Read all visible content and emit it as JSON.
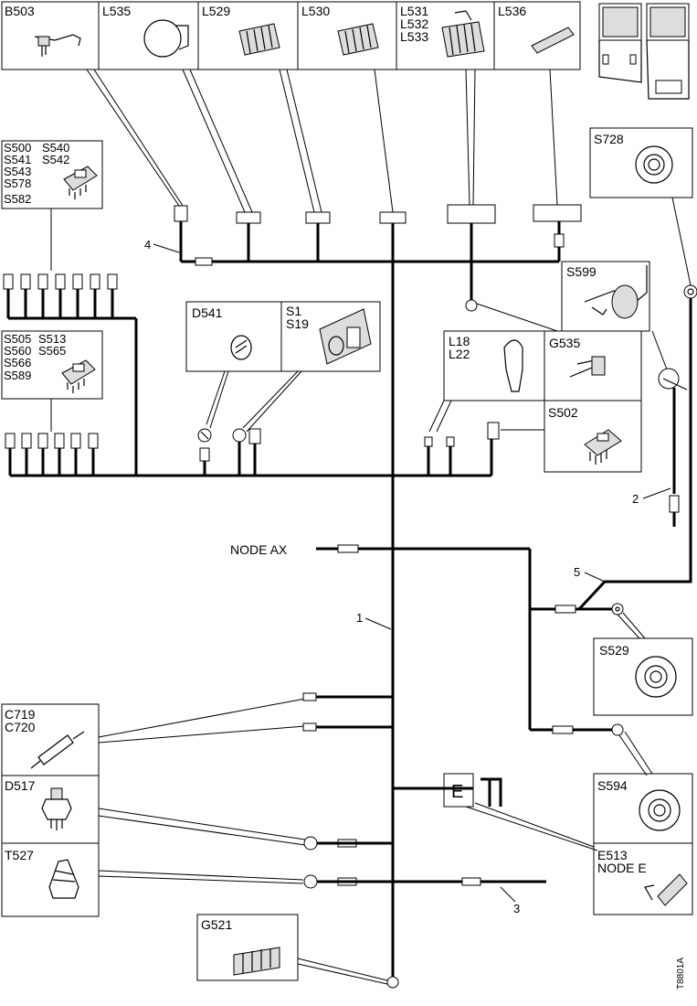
{
  "components": {
    "B503": "B503",
    "L535": "L535",
    "L529": "L529",
    "L530": "L530",
    "L531": "L531",
    "L532": "L532",
    "L533": "L533",
    "L536": "L536",
    "S728": "S728",
    "S599": "S599",
    "S500": "S500",
    "S540": "S540",
    "S541": "S541",
    "S542": "S542",
    "S543": "S543",
    "S578": "S578",
    "S582": "S582",
    "S505": "S505",
    "S513": "S513",
    "S560": "S560",
    "S565": "S565",
    "S566": "S566",
    "S589": "S589",
    "D541": "D541",
    "S1": "S1",
    "S19": "S19",
    "L18": "L18",
    "L22": "L22",
    "G535": "G535",
    "S502": "S502",
    "S529": "S529",
    "S594": "S594",
    "C719": "C719",
    "C720": "C720",
    "D517": "D517",
    "T527": "T527",
    "E513": "E513",
    "NODE_E": "NODE E",
    "G521": "G521"
  },
  "nodes": {
    "node_ax": "NODE AX",
    "node_e_box": "E"
  },
  "wire_numbers": {
    "w1": "1",
    "w2": "2",
    "w3": "3",
    "w4": "4",
    "w5": "5"
  },
  "reference": "T8801A"
}
